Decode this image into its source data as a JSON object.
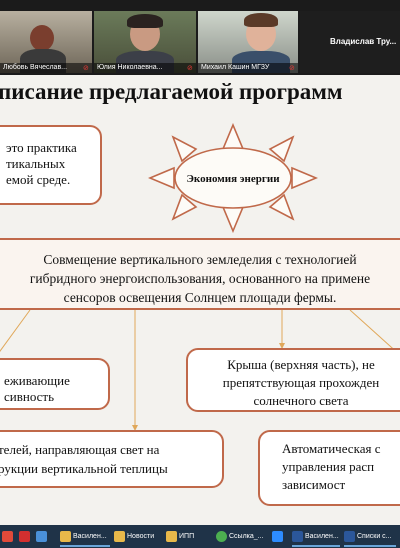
{
  "participants": [
    {
      "name": "Любовь Вячеслав..."
    },
    {
      "name": "Юлия Николаевна..."
    },
    {
      "name": "Михаил Кашин МГЗУ"
    },
    {
      "name": "Владислав Тру..."
    }
  ],
  "slide": {
    "title": "писание предлагаемой программ",
    "sun_label": "Экономия энергии",
    "box_top_left": [
      "это практика",
      "тикальных",
      "емой среде."
    ],
    "box_center": [
      "Совмещение вертикального земледелия с технологией",
      "гибридного энергоиспользования, основанного на примене",
      "сенсоров освещения Солнцем площади фермы."
    ],
    "box_mid_left": [
      "еживающие",
      "сивность"
    ],
    "box_mid_right": [
      "Крыша (верхняя часть), не",
      "препятствующая прохожден",
      "солнечного света"
    ],
    "box_bottom_left": [
      "телей, направляющая свет на",
      "рукции вертикальной теплицы"
    ],
    "box_bottom_right": [
      "Автоматическая с",
      "управления расп",
      "зависимост"
    ]
  },
  "taskbar": {
    "items": [
      {
        "label": "",
        "icon": "windows-start-icon",
        "color": "#e04a3a"
      },
      {
        "label": "",
        "icon": "acrobat-icon",
        "color": "#d32f2f"
      },
      {
        "label": "",
        "icon": "mail-icon",
        "color": "#4a90d9"
      },
      {
        "label": "Василен...",
        "icon": "folder-icon",
        "color": "#e8b84a"
      },
      {
        "label": "Новости",
        "icon": "folder-icon",
        "color": "#e8b84a"
      },
      {
        "label": "ИПП",
        "icon": "folder-icon",
        "color": "#e8b84a"
      },
      {
        "label": "Ссылка_...",
        "icon": "chrome-icon",
        "color": "#4caf50"
      },
      {
        "label": "",
        "icon": "video-app-icon",
        "color": "#2d8cff"
      },
      {
        "label": "Василен...",
        "icon": "word-icon",
        "color": "#2b579a"
      },
      {
        "label": "Списки с...",
        "icon": "word-icon",
        "color": "#2b579a"
      }
    ]
  },
  "colors": {
    "box_border": "#c0694a",
    "sun": "#c0694a",
    "arrow": "#e0a85a",
    "taskbar": "#1f3348"
  }
}
